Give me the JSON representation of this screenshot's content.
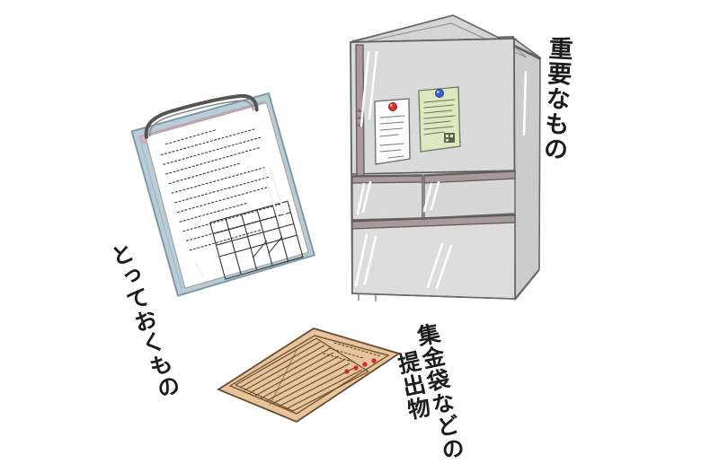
{
  "scene": {
    "title": "Where to put school papers (hand-drawn illustration)",
    "background_color": "#ffffff"
  },
  "labels": {
    "important": "重要なもの",
    "keep": "とっておくもの",
    "submit_line1": "集金袋などの",
    "submit_line2": "提出物"
  },
  "objects": {
    "refrigerator": {
      "name": "refrigerator",
      "body_color": "#dcdcdc",
      "top_color": "#d2d2d2",
      "side_color": "#cfcfcf",
      "handle_color": "#a89a9a",
      "outline_color": "#4a4a4a",
      "doors": [
        "upper-door",
        "drawer-left",
        "drawer-right",
        "bottom-drawer"
      ]
    },
    "fridge_note_white": {
      "name": "white-note",
      "paper_color": "#fdfdfd",
      "magnet_color": "#d0342c",
      "text_lines": 6
    },
    "fridge_note_green": {
      "name": "green-note",
      "paper_color": "#dde8c0",
      "magnet_color": "#3a5fc8",
      "text_lines": 7,
      "has_qr_code": true
    },
    "clipboard": {
      "name": "clipboard",
      "board_color": "#b8cdd8",
      "clip_color": "#5a5a5a",
      "accent_strip_color": "#e8aebd",
      "paper_color": "#ffffff",
      "paper_text_lines": 12,
      "table_columns": 5,
      "table_rows": 5,
      "rotation_deg": -10
    },
    "envelope": {
      "name": "collection-envelope",
      "paper_color": "#e8c49a",
      "line_color": "#6b4a33",
      "ruled_rows": 9,
      "stamp_color": "#cc2b2b",
      "stamp_count": 4,
      "rotation_deg": -12
    }
  },
  "colors": {
    "ink": "#1c1c1c",
    "pencil": "#555555",
    "paper_white": "#ffffff"
  }
}
